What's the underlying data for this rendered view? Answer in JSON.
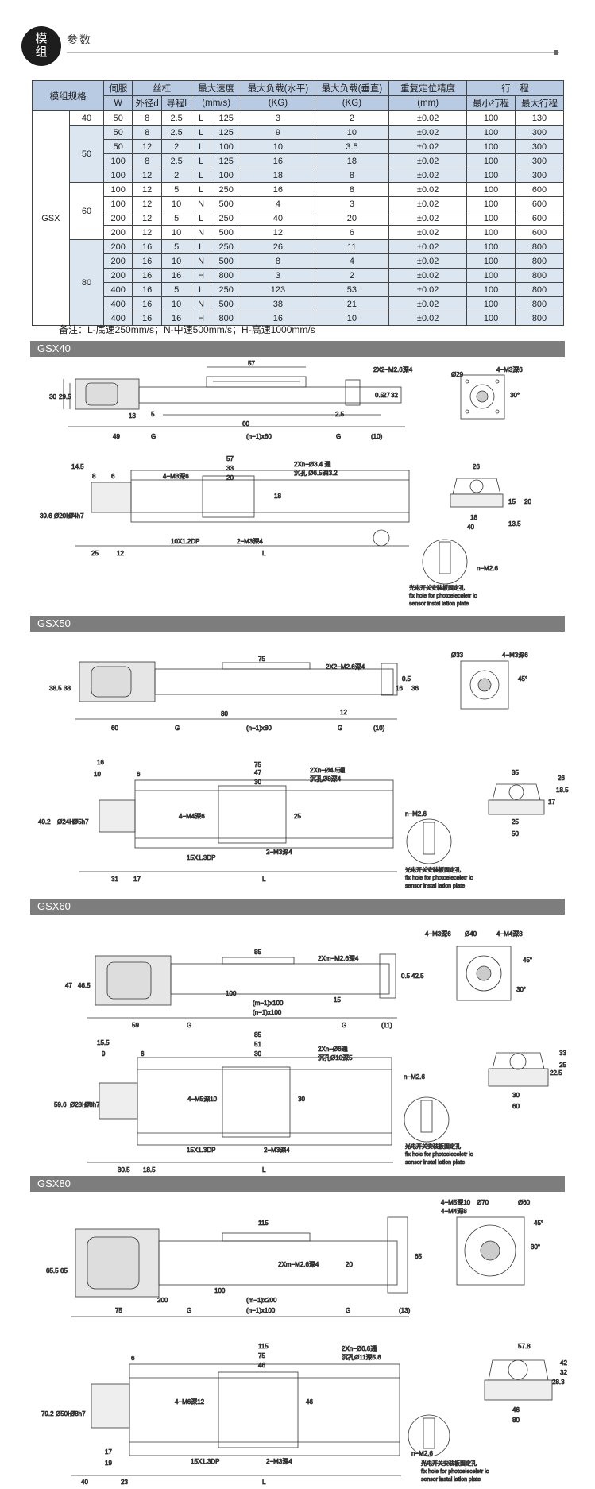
{
  "header": {
    "badge_line1": "模",
    "badge_line2": "组",
    "title": "参数"
  },
  "table": {
    "h_model": "模组规格",
    "h_servo": "伺服",
    "h_screw": "丝杠",
    "h_speed": "最大速度",
    "h_speed_unit": "(mm/s)",
    "h_load_h": "最大负载(水平)",
    "h_load_v": "最大负载(垂直)",
    "h_kg": "(KG)",
    "h_repeat": "重复定位精度",
    "h_mm": "(mm)",
    "h_stroke": "行　程",
    "h_w": "W",
    "h_od": "外径d",
    "h_lead": "导程l",
    "h_min": "最小行程",
    "h_max": "最大行程",
    "series": "GSX",
    "groups": [
      "40",
      "50",
      "60",
      "80"
    ],
    "rows": [
      [
        "50",
        "8",
        "2.5",
        "L",
        "125",
        "3",
        "2",
        "±0.02",
        "100",
        "130"
      ],
      [
        "50",
        "8",
        "2.5",
        "L",
        "125",
        "9",
        "10",
        "±0.02",
        "100",
        "300"
      ],
      [
        "50",
        "12",
        "2",
        "L",
        "100",
        "10",
        "3.5",
        "±0.02",
        "100",
        "300"
      ],
      [
        "100",
        "8",
        "2.5",
        "L",
        "125",
        "16",
        "18",
        "±0.02",
        "100",
        "300"
      ],
      [
        "100",
        "12",
        "2",
        "L",
        "100",
        "18",
        "8",
        "±0.02",
        "100",
        "300"
      ],
      [
        "100",
        "12",
        "5",
        "L",
        "250",
        "16",
        "8",
        "±0.02",
        "100",
        "600"
      ],
      [
        "100",
        "12",
        "10",
        "N",
        "500",
        "4",
        "3",
        "±0.02",
        "100",
        "600"
      ],
      [
        "200",
        "12",
        "5",
        "L",
        "250",
        "40",
        "20",
        "±0.02",
        "100",
        "600"
      ],
      [
        "200",
        "12",
        "10",
        "N",
        "500",
        "12",
        "6",
        "±0.02",
        "100",
        "600"
      ],
      [
        "200",
        "16",
        "5",
        "L",
        "250",
        "26",
        "11",
        "±0.02",
        "100",
        "800"
      ],
      [
        "200",
        "16",
        "10",
        "N",
        "500",
        "8",
        "4",
        "±0.02",
        "100",
        "800"
      ],
      [
        "200",
        "16",
        "16",
        "H",
        "800",
        "3",
        "2",
        "±0.02",
        "100",
        "800"
      ],
      [
        "400",
        "16",
        "5",
        "L",
        "250",
        "123",
        "53",
        "±0.02",
        "100",
        "800"
      ],
      [
        "400",
        "16",
        "10",
        "N",
        "500",
        "38",
        "21",
        "±0.02",
        "100",
        "800"
      ],
      [
        "400",
        "16",
        "16",
        "H",
        "800",
        "16",
        "10",
        "±0.02",
        "100",
        "800"
      ]
    ]
  },
  "note": "备注：L-底速250mm/s；N-中速500mm/s；H-高速1000mm/s",
  "sections": [
    "GSX40",
    "GSX50",
    "GSX60",
    "GSX80"
  ],
  "drawings": {
    "gsx40": {
      "d57": "57",
      "hole": "2X2−M2.6深4",
      "h30": "30",
      "h29_5": "29.5",
      "d13": "13",
      "d5": "5",
      "d2_5": "2.5",
      "d60": "60",
      "d49": "49",
      "G": "G",
      "n60": "(n−1)x60",
      "d10": "(10)",
      "d0_5": "0.5",
      "d27": "27",
      "d32": "32",
      "phi29": "Ø29",
      "m3": "4−M3深6",
      "a30": "30°",
      "t57": "57",
      "t33": "33",
      "t20": "20",
      "t14_5": "14.5",
      "t8": "8",
      "t6": "6",
      "tm3": "4−M3深6",
      "t2xn": "2Xn−Ø3.4 通",
      "tsink": "沉孔 Ø6.5深3.2",
      "t39": "39.6",
      "t20h7": "Ø20H7",
      "t4h7": "Ø4h7",
      "t18": "18",
      "tdp": "10X1.2DP",
      "t2m3": "2−M3深4",
      "t25": "25",
      "t12": "12",
      "tL": "L",
      "t26": "26",
      "t40": "40",
      "ts18": "18",
      "t13_5": "13.5",
      "t15": "15",
      "t20s": "20",
      "nm": "n−M2.6",
      "photo1": "光电开关安装板固定孔",
      "photo2": "fix hoie for photoeleceletr ic",
      "photo3": "sensor instal lation plate"
    },
    "gsx50": {
      "d75": "75",
      "hole": "2X2−M2.6深4",
      "h38_5": "38.5",
      "h38": "38",
      "d80": "80",
      "d60": "60",
      "G": "G",
      "n80": "(n−1)x80",
      "d10": "(10)",
      "d12": "12",
      "d16": "16",
      "d36": "36",
      "d0_5": "0.5",
      "phi33": "Ø33",
      "m3": "4−M3深6",
      "a45": "45°",
      "t75": "75",
      "t47": "47",
      "t30": "30",
      "t16": "16",
      "t10": "10",
      "t6": "6",
      "t2xn": "2Xn−Ø4.5通",
      "tsink": "沉孔Ø8深4",
      "t49": "49.2",
      "t24": "Ø24H7",
      "t5": "Ø5h7",
      "tm4": "4−M4深6",
      "t25": "25",
      "tdp": "15X1.3DP",
      "t2m3": "2−M3深4",
      "t31": "31",
      "t17": "17",
      "tL": "L",
      "nm": "n−M2.6",
      "t35": "35",
      "t50": "50",
      "t25b": "25",
      "t17b": "17",
      "t18_5": "18.5",
      "t26": "26"
    },
    "gsx60": {
      "d85": "85",
      "hole": "2Xm−M2.6深4",
      "h47": "47",
      "h46_5": "46.5",
      "d100": "100",
      "m100": "(m−1)x100",
      "n100": "(n−1)x100",
      "d59": "59",
      "G": "G",
      "d11": "(11)",
      "d15": "15",
      "d42": "42.5",
      "d0_5": "0.5",
      "m3": "4−M3深6",
      "phi40": "Ø40",
      "m4": "4−M4深8",
      "a45": "45°",
      "a30": "30°",
      "t85": "85",
      "t51": "51",
      "t30": "30",
      "t15_5": "15.5",
      "t9": "9",
      "t6": "6",
      "t2xn": "2Xn−Ø6通",
      "tsink": "沉孔Ø10深5",
      "t59": "59.6",
      "t28": "Ø28H7",
      "t8": "Ø8h7",
      "tm5": "4−M5深10",
      "t30b": "30",
      "tdp": "15X1.3DP",
      "t2m3": "2−M3深4",
      "t30_5": "30.5",
      "t18_5": "18.5",
      "tL": "L",
      "nm": "n−M2.6",
      "t30c": "30",
      "t60": "60",
      "t22": "22.5",
      "t25": "25",
      "t33": "33"
    },
    "gsx80": {
      "d115": "115",
      "hole": "2Xm−M2.6深4",
      "h65_5": "65.5",
      "h65": "65",
      "h65r": "65",
      "d20": "20",
      "d100": "100",
      "m200": "(m−1)x200",
      "n100": "(n−1)x100",
      "d75": "75",
      "d200": "200",
      "G": "G",
      "d13": "(13)",
      "m5": "4−M5深10",
      "phi70": "Ø70",
      "m4": "4−M4深8",
      "phi60": "Ø60",
      "a45": "45°",
      "a30": "30°",
      "t115": "115",
      "t75": "75",
      "t46": "46",
      "t6": "6",
      "t2xn": "2Xn−Ø6.6通",
      "tsink": "沉孔Ø11深5.8",
      "t79": "79.2",
      "t50": "Ø50H7",
      "t8": "Ø8h7",
      "tm6": "4−M6深12",
      "t46b": "46",
      "tdp": "15X1.3DP",
      "t2m3": "2−M3深4",
      "t17": "17",
      "t19": "19",
      "t40": "40",
      "t23": "23",
      "tL": "L",
      "nm": "n−M2.6",
      "t57": "57.8",
      "t28": "28.3",
      "t32": "32",
      "t42": "42",
      "t46c": "46",
      "t80": "80"
    }
  }
}
